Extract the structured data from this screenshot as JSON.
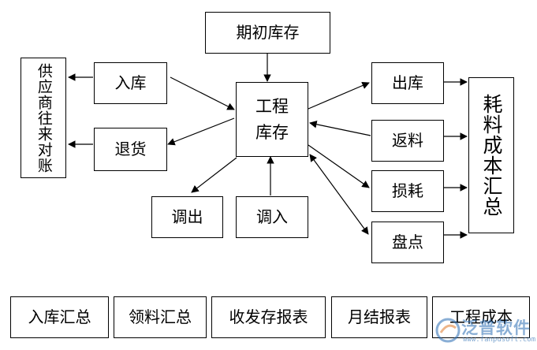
{
  "nodes": {
    "opening_inventory": "期初库存",
    "supplier_account": "供应商往来对账",
    "stock_in": "入库",
    "return_goods": "退货",
    "project_inventory_line1": "工程",
    "project_inventory_line2": "库存",
    "transfer_out": "调出",
    "transfer_in": "调入",
    "stock_out": "出库",
    "material_return": "返料",
    "loss": "损耗",
    "stock_check": "盘点",
    "cost_summary": "耗料成本汇总"
  },
  "reports": [
    "入库汇总",
    "领料汇总",
    "收发存报表",
    "月结报表",
    "工程成本"
  ],
  "watermark": {
    "text": "泛普软件",
    "url": "www.fanpusoft.com",
    "color": "#2a6db3"
  }
}
